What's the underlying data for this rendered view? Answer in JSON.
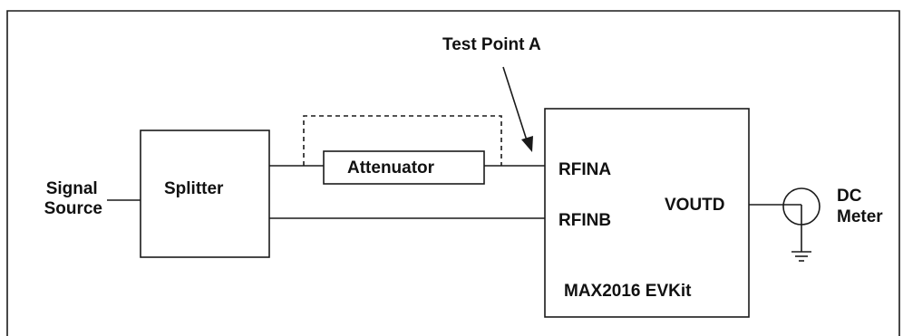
{
  "labels": {
    "test_point": "Test Point A",
    "signal_line1": "Signal",
    "signal_line2": "Source",
    "splitter": "Splitter",
    "attenuator": "Attenuator",
    "rfina": "RFINA",
    "rfinb": "RFINB",
    "voutd": "VOUTD",
    "evkit": "MAX2016 EVKit",
    "dc_line1": "DC",
    "dc_line2": "Meter"
  },
  "colors": {
    "ink": "#1a1a1a",
    "background": "#ffffff"
  }
}
